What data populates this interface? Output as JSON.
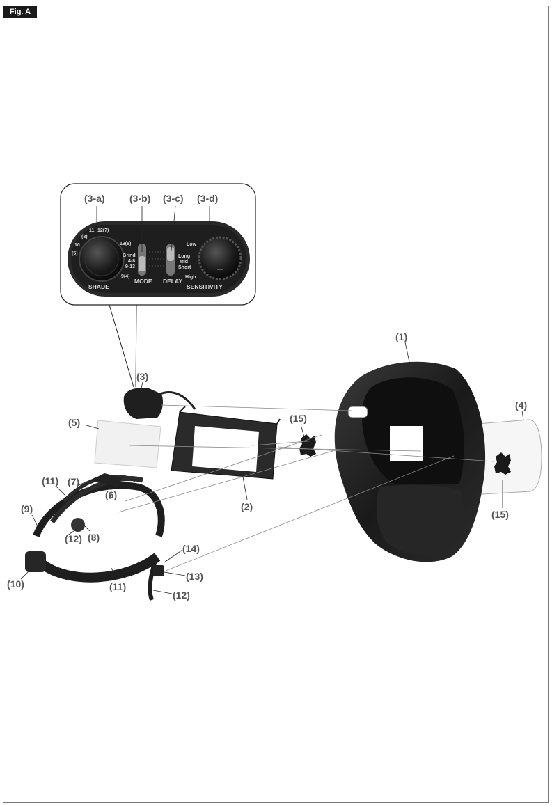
{
  "figure_label": "Fig. A",
  "callouts": {
    "c1": "(1)",
    "c2": "(2)",
    "c3": "(3)",
    "c4": "(4)",
    "c5": "(5)",
    "c6": "(6)",
    "c7": "(7)",
    "c8": "(8)",
    "c9": "(9)",
    "c10": "(10)",
    "c11a": "(11)",
    "c11b": "(11)",
    "c12a": "(12)",
    "c12b": "(12)",
    "c13": "(13)",
    "c14": "(14)",
    "c15a": "(15)",
    "c15b": "(15)",
    "c3a": "(3-a)",
    "c3b": "(3-b)",
    "c3c": "(3-c)",
    "c3d": "(3-d)"
  },
  "panel": {
    "shade_title": "SHADE",
    "mode_title": "MODE",
    "delay_title": "DELAY",
    "sensitivity_title": "SENSITIVITY",
    "shade_10": "10",
    "shade_8": "(8)",
    "shade_5": "(5)",
    "shade_11": "11",
    "shade_12": "12(7)",
    "shade_13": "13(8)",
    "shade_9": "9(4)",
    "mode_grind": "Grind",
    "mode_48": "4-8",
    "mode_913": "9-13",
    "delay_long": "Long",
    "delay_mid": "Mid",
    "delay_short": "Short",
    "sens_low": "Low",
    "sens_high": "High"
  }
}
